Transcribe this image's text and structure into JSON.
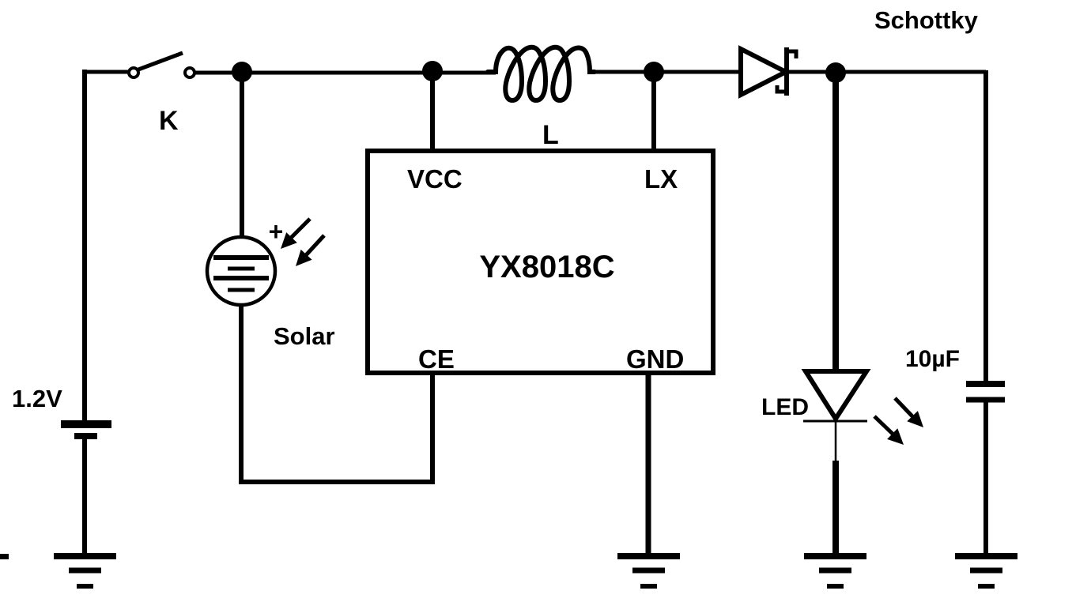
{
  "colors": {
    "ink": "#000000",
    "paper": "#ffffff"
  },
  "labels": {
    "battery_voltage": "1.2V",
    "switch": "K",
    "solar_polarity": "+",
    "solar_cell": "Solar",
    "inductor": "L",
    "diode": "Schottky",
    "ic_part_number": "YX8018C",
    "pin_vcc": "VCC",
    "pin_lx": "LX",
    "pin_ce": "CE",
    "pin_gnd": "GND",
    "led": "LED",
    "capacitor_value": "10µF"
  },
  "components": [
    {
      "id": "battery",
      "symbol": "single-cell-battery",
      "label": "1.2V"
    },
    {
      "id": "switch",
      "symbol": "spst-switch-open",
      "label": "K"
    },
    {
      "id": "solar",
      "symbol": "photovoltaic-cell",
      "label": "Solar",
      "polarity_mark": "+"
    },
    {
      "id": "inductor",
      "symbol": "coil",
      "label": "L"
    },
    {
      "id": "ic",
      "symbol": "ic-block",
      "label": "YX8018C",
      "pins": [
        "VCC",
        "LX",
        "CE",
        "GND"
      ]
    },
    {
      "id": "diode",
      "symbol": "schottky-diode",
      "label": "Schottky"
    },
    {
      "id": "led",
      "symbol": "led-with-emission-arrows",
      "label": "LED"
    },
    {
      "id": "capacitor",
      "symbol": "capacitor",
      "label": "10µF"
    },
    {
      "id": "ground",
      "symbol": "earth-ground",
      "count": 4
    }
  ]
}
